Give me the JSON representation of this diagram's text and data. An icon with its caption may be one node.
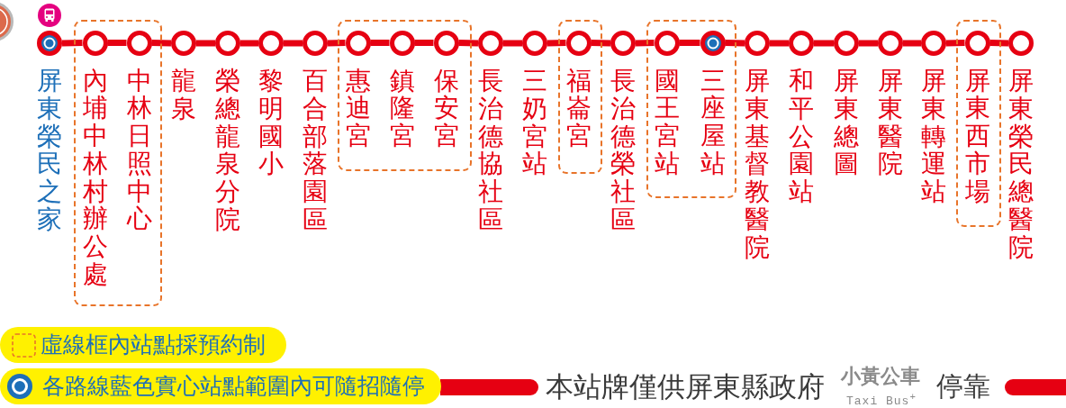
{
  "diagram": {
    "nodes": [
      {
        "text": [
          "屏東榮民之家"
        ]
      },
      {
        "text": [],
        "shape": "box"
      },
      {
        "text": [
          "內埔中林村辦公處"
        ],
        "in": 1
      },
      {
        "text": [
          "中林日照中心"
        ],
        "in": 1
      },
      {
        "text": [
          "龍泉"
        ]
      },
      {
        "text": [
          "榮總龍泉分院"
        ]
      },
      {
        "text": [
          "黎明國小"
        ]
      },
      {
        "text": [
          "百合部落園區"
        ]
      },
      {
        "text": [],
        "shape": "box"
      },
      {
        "text": [
          "惠迪宮"
        ],
        "in": 8
      },
      {
        "text": [
          "鎮隆宮"
        ],
        "in": 8
      },
      {
        "text": [
          "保安宮"
        ],
        "in": 8
      },
      {
        "text": [
          "長治德協社區"
        ]
      },
      {
        "text": [
          "三奶宮站"
        ]
      },
      {
        "text": [],
        "shape": "box"
      },
      {
        "text": [
          "福崙宮"
        ],
        "in": 14
      },
      {
        "text": [
          "長治德榮社區"
        ]
      },
      {
        "text": [],
        "shape": "box"
      },
      {
        "text": [
          "國王宮站"
        ],
        "in": 17
      },
      {
        "text": [
          "三座屋站"
        ],
        "in": 17
      },
      {
        "text": [
          "屏東基督教醫院"
        ]
      },
      {
        "text": [
          "和平公園站"
        ]
      },
      {
        "text": [
          "屏東總圖"
        ]
      },
      {
        "text": [
          "屏東醫院"
        ]
      },
      {
        "text": [
          "屏東轉運站"
        ]
      },
      {
        "text": [],
        "shape": "box"
      },
      {
        "text": [
          "屏東西市場"
        ],
        "in": 25
      },
      {
        "text": [
          "屏東榮民總醫院"
        ]
      },
      {
        "text": [],
        "shape": "bar"
      },
      {
        "text": [],
        "shape": "bar"
      }
    ],
    "edges": [
      {
        "from": 0,
        "to": 2,
        "arrow": "none"
      },
      {
        "from": 2,
        "to": 3,
        "arrow": "none"
      },
      {
        "from": 3,
        "to": 4,
        "arrow": "none"
      },
      {
        "from": 4,
        "to": 5,
        "arrow": "none"
      },
      {
        "from": 5,
        "to": 6,
        "arrow": "none"
      },
      {
        "from": 6,
        "to": 7,
        "arrow": "none"
      },
      {
        "from": 7,
        "to": 9,
        "arrow": "none"
      },
      {
        "from": 9,
        "to": 10,
        "arrow": "none"
      },
      {
        "from": 10,
        "to": 11,
        "arrow": "none"
      },
      {
        "from": 11,
        "to": 12,
        "arrow": "none"
      },
      {
        "from": 12,
        "to": 13,
        "arrow": "none"
      },
      {
        "from": 13,
        "to": 15,
        "arrow": "none"
      },
      {
        "from": 15,
        "to": 16,
        "arrow": "none"
      },
      {
        "from": 16,
        "to": 18,
        "arrow": "none"
      },
      {
        "from": 18,
        "to": 19,
        "arrow": "none"
      },
      {
        "from": 19,
        "to": 20,
        "arrow": "none"
      },
      {
        "from": 20,
        "to": 21,
        "arrow": "none"
      },
      {
        "from": 21,
        "to": 22,
        "arrow": "none"
      },
      {
        "from": 22,
        "to": 23,
        "arrow": "none"
      },
      {
        "from": 23,
        "to": 24,
        "arrow": "none"
      },
      {
        "from": 24,
        "to": 26,
        "arrow": "none"
      },
      {
        "from": 26,
        "to": 27,
        "arrow": "none"
      }
    ],
    "labels": [
      "本站牌僅供屏東縣政府",
      "小黃公車",
      "Taxi Bus$^{+}$",
      "停靠"
    ],
    "legend": [
      {
        "text": "虛線框內站點採預約制"
      },
      {
        "text": "各路線藍色實心站點範圍內可隨招隨停"
      }
    ]
  }
}
